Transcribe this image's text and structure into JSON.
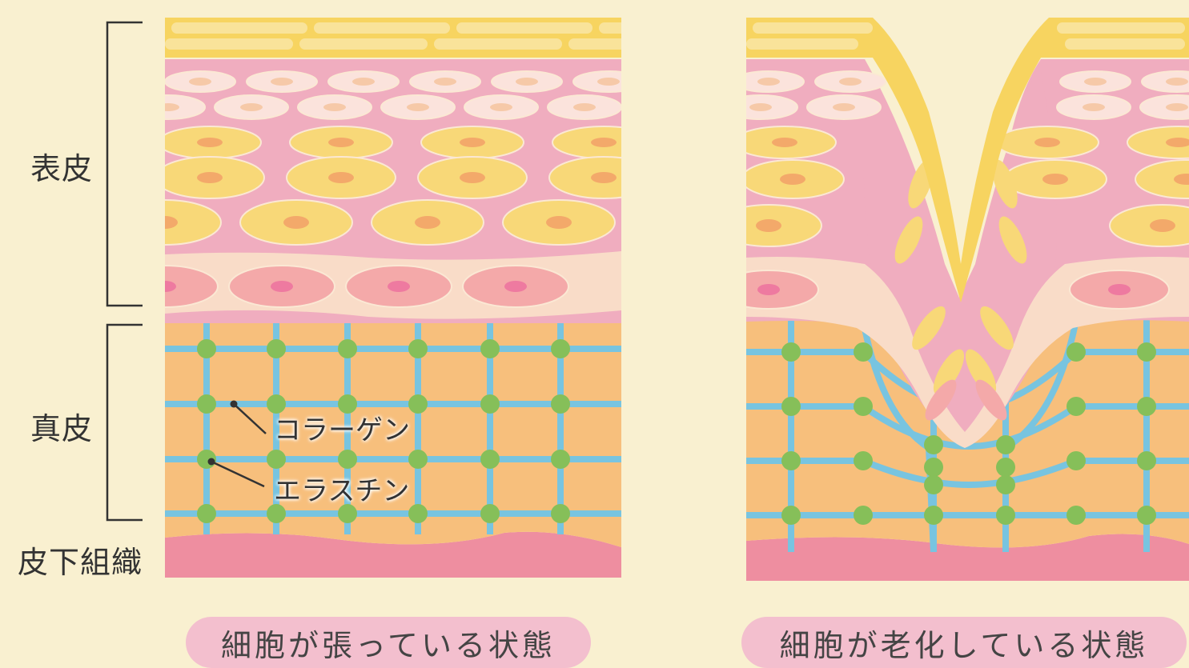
{
  "labels": {
    "epidermis": "表皮",
    "dermis": "真皮",
    "subcutaneous": "皮下組織",
    "collagen": "コラーゲン",
    "elastin": "エラスチン"
  },
  "captions": {
    "healthy": "細胞が張っている状態",
    "aged": "細胞が老化している状態"
  },
  "colors": {
    "background": "#f9f0d0",
    "stratum_corneum": "#f7d460",
    "epidermis_pink": "#f0adbf",
    "cell_yellow": "#f8d878",
    "cell_nucleus": "#f3a96a",
    "basal_layer": "#f9dcc8",
    "basal_cell": "#f4a9a9",
    "dermis_orange": "#f7bf7c",
    "collagen_blue": "#78c4e0",
    "elastin_green": "#86bf59",
    "subcutaneous_pink": "#ee8ea0",
    "caption_pill": "#f3bfce"
  }
}
